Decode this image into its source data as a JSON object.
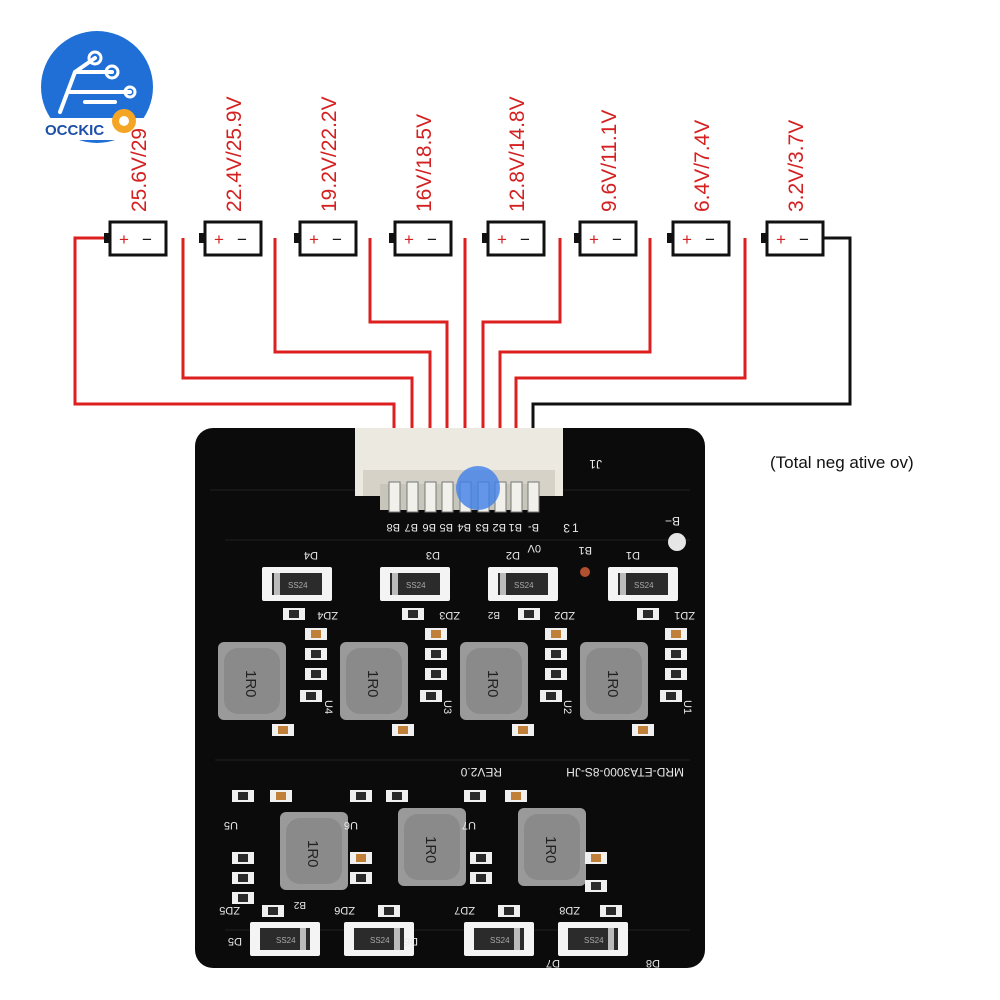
{
  "logo": {
    "text": "OCCKIC"
  },
  "cells": [
    {
      "voltage": "25.6V/29"
    },
    {
      "voltage": "22.4V/25.9V"
    },
    {
      "voltage": "19.2V/22.2V"
    },
    {
      "voltage": "16V/18.5V"
    },
    {
      "voltage": "12.8V/14.8V"
    },
    {
      "voltage": "9.6V/11.1V"
    },
    {
      "voltage": "6.4V/7.4V"
    },
    {
      "voltage": "3.2V/3.7V"
    }
  ],
  "cell_symbols": {
    "plus": "+",
    "minus": "−"
  },
  "note": "(Total neg ative ov)",
  "colors": {
    "positive_wire": "#dd1f1f",
    "negative_wire": "#111111",
    "board": "#0b0b0b",
    "silkscreen": "#e9e9e9"
  },
  "board": {
    "connector_label": "J1",
    "pin_labels": [
      "B8",
      "B7",
      "B6",
      "B5",
      "B4",
      "B3",
      "B2",
      "B1",
      "B-"
    ],
    "pin_numbers": [
      "1",
      "3"
    ],
    "zero_volt": "0V",
    "b_minus": "B−",
    "b1": "B1",
    "b2": "B2",
    "model": "MRD-ETA3000-8S-JH",
    "revision": "REV2.0",
    "diodes_top": [
      "D4",
      "D3",
      "D2",
      "D1"
    ],
    "zeners_top": [
      "ZD4",
      "ZD3",
      "ZD2",
      "ZD1"
    ],
    "ics_top": [
      "U4",
      "U3",
      "U2",
      "U1"
    ],
    "ics_bottom": [
      "U5",
      "U6",
      "U7"
    ],
    "zeners_bottom": [
      "ZD5",
      "ZD6",
      "ZD7",
      "ZD8"
    ],
    "diodes_bottom": [
      "D5",
      "D6",
      "D7",
      "D8"
    ],
    "inductor_marking": "1R0",
    "diode_marking": "SS24"
  }
}
